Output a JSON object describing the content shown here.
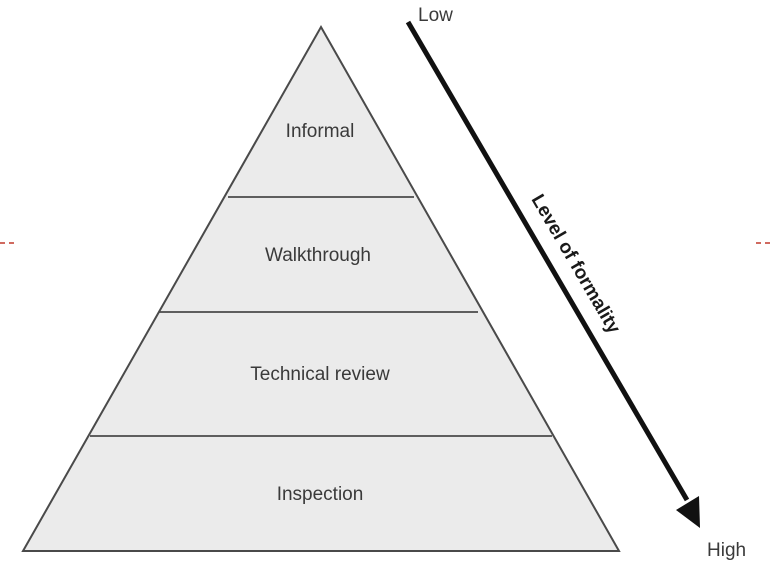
{
  "pyramid": {
    "tiers": [
      {
        "label": "Informal"
      },
      {
        "label": "Walkthrough"
      },
      {
        "label": "Technical review"
      },
      {
        "label": "Inspection"
      }
    ],
    "fill_color": "#ebebeb",
    "stroke_color": "#4a4a4a"
  },
  "formality_axis": {
    "title": "Level of formality",
    "start_label": "Low",
    "end_label": "High",
    "arrow_color": "#111111"
  },
  "margin_marks_color": "#c0392b"
}
